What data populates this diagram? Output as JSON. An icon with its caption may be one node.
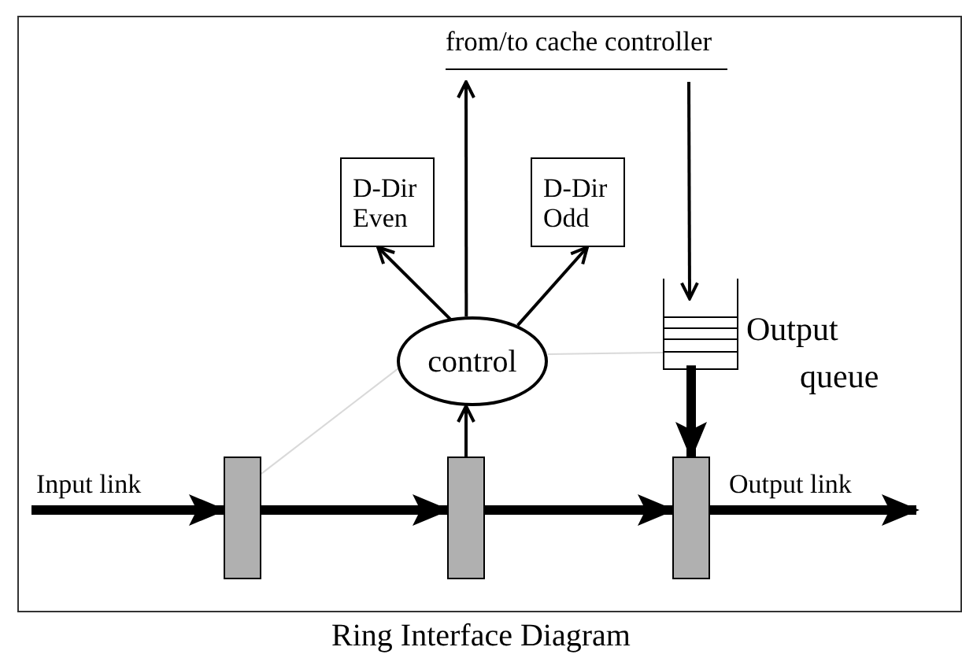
{
  "diagram": {
    "caption": "Ring Interface Diagram",
    "nodes": [
      {
        "text": [
          "from/to cache controller"
        ]
      },
      {
        "text": [
          "D-Dir Even"
        ]
      },
      {
        "text": [
          "D-Dir Odd"
        ]
      },
      {
        "text": [
          "control"
        ]
      },
      {
        "text": [],
        "shape": "box",
        "beside": [
          "Output queue"
        ]
      },
      {
        "text": [],
        "shape": "bar"
      },
      {
        "text": [],
        "shape": "bar"
      },
      {
        "text": [],
        "shape": "bar"
      }
    ],
    "edges": [
      {
        "from": 3,
        "to": 1,
        "arrow": "to"
      },
      {
        "from": 3,
        "to": 0,
        "arrow": "to"
      },
      {
        "from": 3,
        "to": 2,
        "arrow": "to"
      },
      {
        "from": 0,
        "to": 4,
        "arrow": "to"
      },
      {
        "from": 6,
        "to": 3,
        "arrow": "to"
      },
      {
        "from": 5,
        "to": 3,
        "arrow": "none",
        "color": "#d9d9d9"
      },
      {
        "from": 3,
        "to": 4,
        "arrow": "none",
        "color": "#d9d9d9"
      },
      {
        "from": 4,
        "to": 7,
        "arrow": "to",
        "style": "thick"
      },
      {
        "from": null,
        "to": 5,
        "arrow": "to",
        "style": "thick",
        "label": "Input link"
      },
      {
        "from": 5,
        "to": 6,
        "arrow": "to",
        "style": "thick"
      },
      {
        "from": 6,
        "to": 7,
        "arrow": "to",
        "style": "thick"
      },
      {
        "from": 7,
        "to": null,
        "arrow": "to",
        "style": "thick",
        "label": "Output link"
      }
    ]
  }
}
